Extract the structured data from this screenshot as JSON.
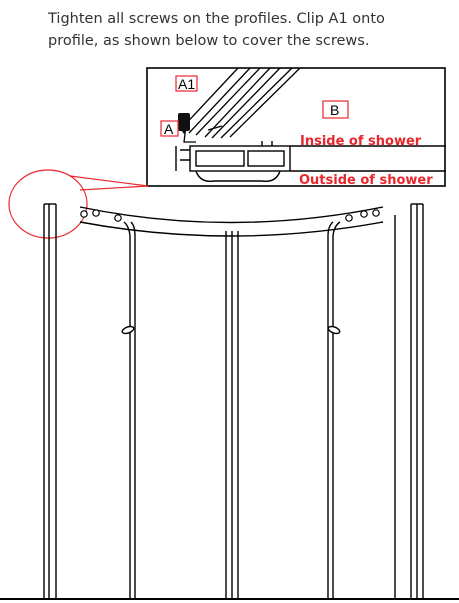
{
  "instruction": {
    "line1": "Tighten all screws on the profiles. Clip A1 onto",
    "line2": "profile, as shown below to cover the screws."
  },
  "callout": {
    "label_a1": "A1",
    "label_a": "A",
    "label_b": "B",
    "inside_text": "Inside of shower",
    "outside_text": "Outside of shower"
  },
  "colors": {
    "label_red": "#e8262b",
    "line": "#000000",
    "text": "#333333"
  }
}
